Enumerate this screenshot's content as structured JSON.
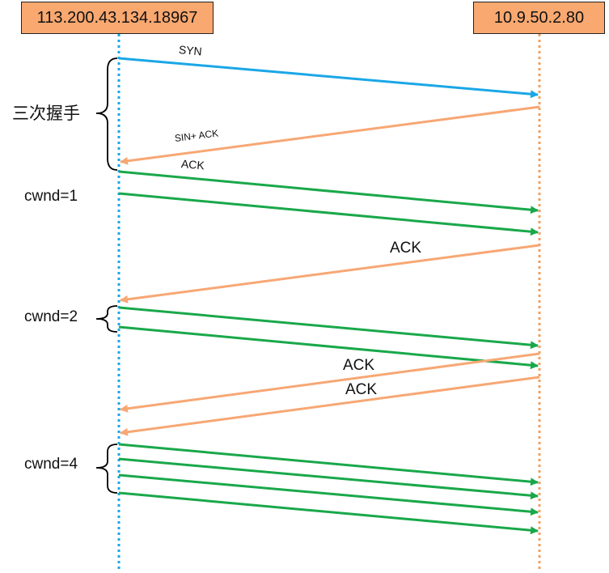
{
  "hosts": {
    "client": {
      "label": "113.200.43.134.18967"
    },
    "server": {
      "label": "10.9.50.2.80"
    }
  },
  "colors": {
    "client_lifeline": "#1aa7e6",
    "server_lifeline": "#f0a060",
    "syn": "#1aa7e6",
    "ack_return": "#f7a774",
    "data": "#19a84a",
    "host_box": "#f9a870",
    "bracket": "#000000"
  },
  "side_labels": {
    "handshake": "三次握手",
    "cwnd1": "cwnd=1",
    "cwnd2": "cwnd=2",
    "cwnd4": "cwnd=4"
  },
  "message_labels": {
    "syn": "SYN",
    "syn_ack": "SIN+ ACK",
    "ack_handshake": "ACK",
    "ack_round1": "ACK",
    "ack_round2_a": "ACK",
    "ack_round2_b": "ACK"
  }
}
